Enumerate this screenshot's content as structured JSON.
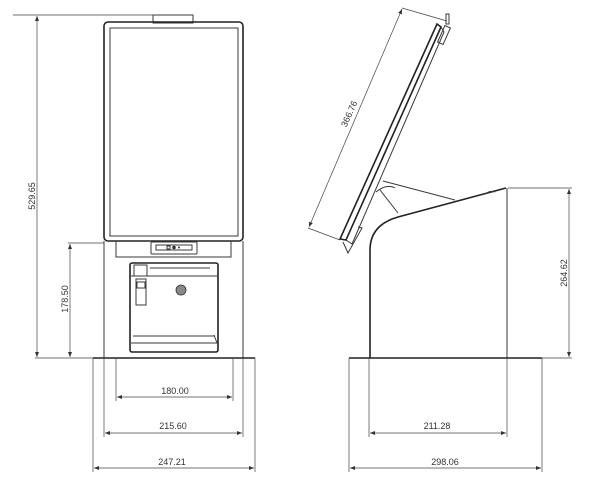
{
  "front_view": {
    "dimensions": {
      "overall_height": "529.65",
      "base_height": "178.50",
      "printer_width": "180.00",
      "body_width": "215.60",
      "base_width": "247.21"
    }
  },
  "side_view": {
    "dimensions": {
      "screen_length": "366.76",
      "body_height": "264.62",
      "body_depth": "211.28",
      "base_depth": "298.06"
    }
  }
}
